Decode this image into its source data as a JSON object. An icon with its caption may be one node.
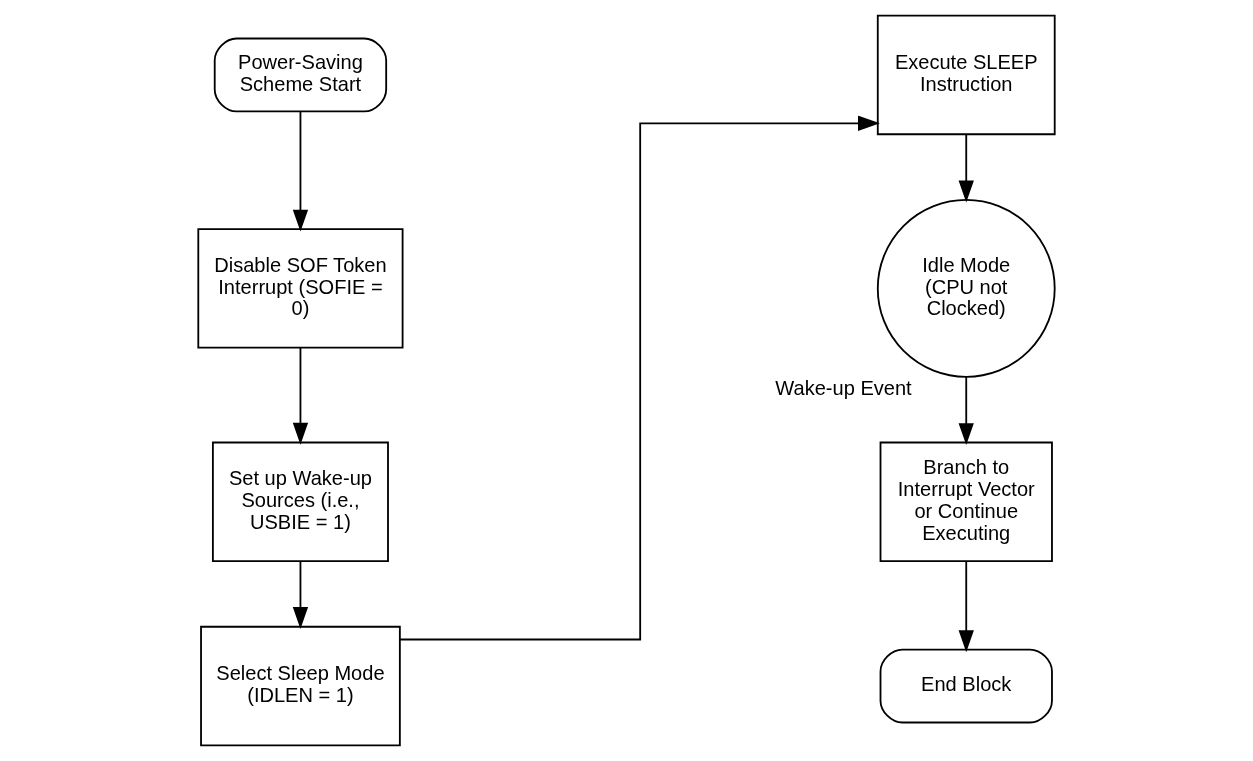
{
  "diagram": {
    "nodes": [
      {
        "text": [
          "Power-Saving Scheme Start"
        ]
      },
      {
        "text": [
          "Disable SOF Token Interrupt (SOFIE = 0)"
        ]
      },
      {
        "text": [
          "Set up Wake-up Sources (i.e., USBIE = 1)"
        ]
      },
      {
        "text": [
          "Select Sleep Mode (IDLEN = 1)"
        ]
      },
      {
        "text": [
          "Execute SLEEP Instruction"
        ]
      },
      {
        "text": [
          "Idle Mode (CPU not Clocked)"
        ]
      },
      {
        "text": [
          "Branch to Interrupt Vector or Continue Executing"
        ]
      },
      {
        "text": [
          "End Block"
        ]
      }
    ],
    "edges": [
      {
        "from": 0,
        "to": 1,
        "arrow": "to"
      },
      {
        "from": 1,
        "to": 2,
        "arrow": "to"
      },
      {
        "from": 2,
        "to": 3,
        "arrow": "to"
      },
      {
        "from": 3,
        "to": 4,
        "arrow": "to"
      },
      {
        "from": 4,
        "to": 5,
        "arrow": "to"
      },
      {
        "from": 5,
        "to": 6,
        "arrow": "to",
        "label": "Wake-up Event"
      },
      {
        "from": 6,
        "to": 7,
        "arrow": "to"
      }
    ]
  }
}
